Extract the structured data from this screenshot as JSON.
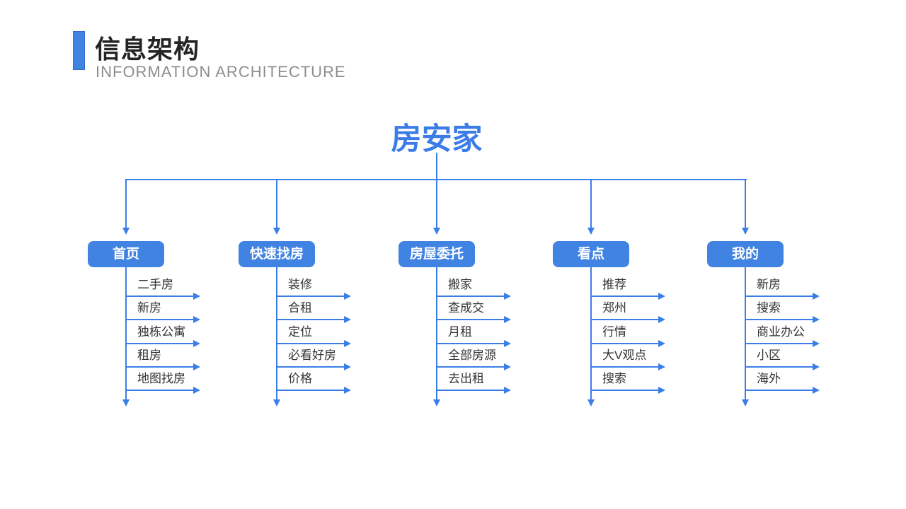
{
  "theme": {
    "accent": "#4183E2",
    "line": "#3B7EE8",
    "root_text": "#3C7CE8",
    "title_text": "#242424",
    "subtitle_text": "#8E8E8E",
    "leaf_text": "#333333",
    "node_text": "#FFFFFF",
    "background": "#FFFFFF"
  },
  "header": {
    "title": "信息架构",
    "subtitle": "INFORMATION ARCHITECTURE"
  },
  "diagram": {
    "root": {
      "label": "房安家"
    },
    "columns": [
      {
        "id": "home",
        "label": "首页",
        "items": [
          "二手房",
          "新房",
          "独栋公寓",
          "租房",
          "地图找房"
        ]
      },
      {
        "id": "quick-find-house",
        "label": "快速找房",
        "items": [
          "装修",
          "合租",
          "定位",
          "必看好房",
          "价格"
        ]
      },
      {
        "id": "house-entrust",
        "label": "房屋委托",
        "items": [
          "搬家",
          "查成交",
          "月租",
          "全部房源",
          "去出租"
        ]
      },
      {
        "id": "highlights",
        "label": "看点",
        "items": [
          "推荐",
          "郑州",
          "行情",
          "大V观点",
          "搜索"
        ]
      },
      {
        "id": "mine",
        "label": "我的",
        "items": [
          "新房",
          "搜索",
          "商业办公",
          "小区",
          "海外"
        ]
      }
    ]
  }
}
